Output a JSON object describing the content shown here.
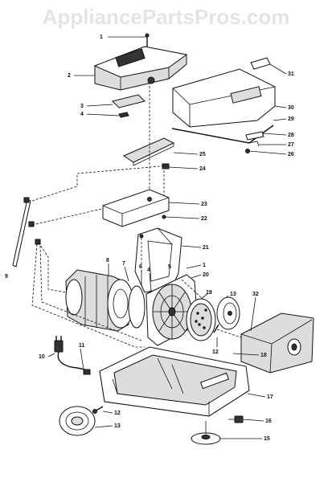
{
  "watermark": "AppliancePartsPros.com",
  "callouts": [
    "1",
    "2",
    "3",
    "4",
    "31",
    "30",
    "29",
    "28",
    "27",
    "26",
    "25",
    "24",
    "23",
    "22",
    "21",
    "20",
    "1",
    "9",
    "8",
    "7",
    "6",
    "5",
    "4",
    "19",
    "13",
    "32",
    "10",
    "11",
    "12",
    "18",
    "17",
    "12",
    "13",
    "16",
    "15"
  ]
}
